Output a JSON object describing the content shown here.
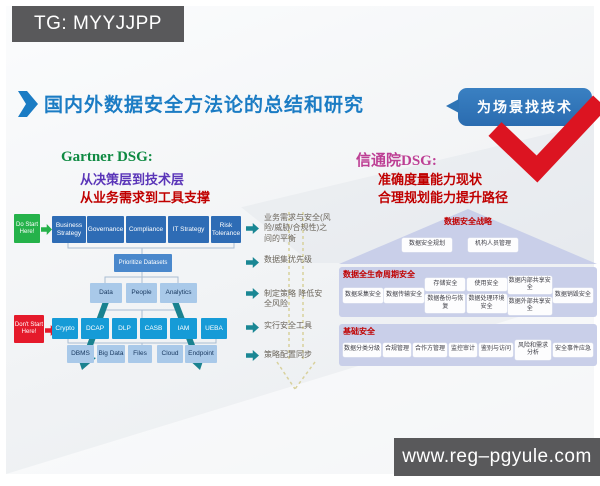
{
  "watermarks": {
    "top_left": "TG: MYYJJPP",
    "bottom_right": "www.reg–pgyule.com"
  },
  "slide": {
    "title": "国内外数据安全方法论的总结和研究",
    "callout": "为场景找技术",
    "gartner": {
      "heading": "Gartner DSG:",
      "line1": "从决策层到技术层",
      "line2": "从业务需求到工具支撑",
      "flow": {
        "start_label": "Do Start Here!",
        "dont_label": "Don't Start Here!",
        "strategy_row": [
          "Business Strategy",
          "Governance",
          "Compliance",
          "IT Strategy",
          "Risk Tolerance"
        ],
        "prioritize": "Prioritize Datasets",
        "focus_row": [
          "Data",
          "People",
          "Analytics"
        ],
        "tools_row": [
          "Crypto",
          "DCAP",
          "DLP",
          "CASB",
          "IAM",
          "UEBA"
        ],
        "platform_row": [
          "DBMS",
          "Big Data",
          "Files",
          "Cloud",
          "Endpoint"
        ]
      }
    },
    "annotations": [
      "业务需求与安全(风险/威胁/合规性)之间的平衡",
      "数据集优先级",
      "制定策略 降低安全风险",
      "实行安全工具",
      "策略配置同步"
    ],
    "caict": {
      "heading": "信通院DSG:",
      "line1": "准确度量能力现状",
      "line2": "合理规划能力提升路径",
      "pyramid": {
        "strategy_header": "数据安全战略",
        "strategy_items": [
          "数据安全规划",
          "机构人员管理"
        ],
        "lifecycle_header": "数据全生命周期安全",
        "lifecycle_singles_left": [
          "数据采集安全",
          "数据传输安全"
        ],
        "lifecycle_pairs": [
          [
            "存储安全",
            "数据备份与恢复"
          ],
          [
            "使用安全",
            "数据处理环境安全"
          ],
          [
            "数据内部共享安全",
            "数据外部共享安全"
          ]
        ],
        "lifecycle_single_right": "数据销毁安全",
        "base_header": "基础安全",
        "base_items": [
          "数据分类分级",
          "合规管理",
          "合作方管理",
          "监控审计",
          "鉴别与访问",
          "风险和需求分析",
          "安全事件应急"
        ]
      }
    },
    "colors": {
      "title_blue": "#1b7cc4",
      "callout_blue": "#2e74b5",
      "check_red": "#dc1421",
      "gartner_green": "#0e8a42",
      "purple": "#5a35b8",
      "accent_red": "#c00000",
      "caict_magenta": "#bd3f94",
      "teal_arrow": "#1a8794",
      "flow_dark_blue": "#2e6cb5",
      "flow_mid_blue": "#4a88cc",
      "flow_light_blue": "#a9c9e9",
      "flow_cyan": "#169bd7",
      "start_green": "#25b24a",
      "stop_red": "#e51a2b",
      "panel_lavender": "#c9cfe9",
      "badge_gray": "#59595b"
    }
  }
}
